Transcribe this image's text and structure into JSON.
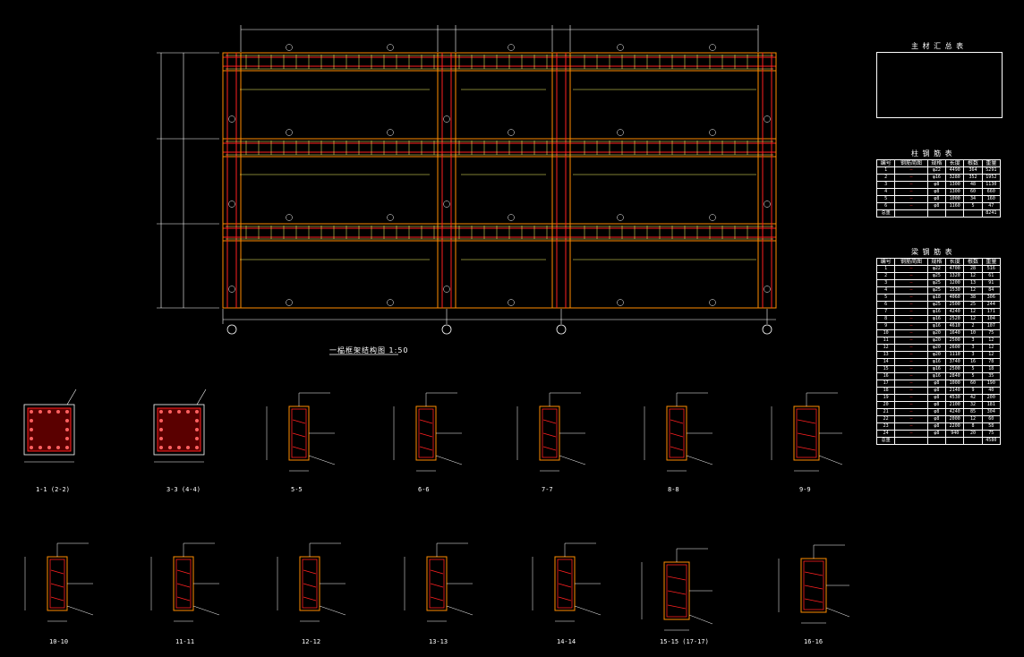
{
  "main_drawing_title": "一榀框架结构图 1:50",
  "sections": [
    {
      "label": "1-1 (2-2)"
    },
    {
      "label": "3-3 (4-4)"
    },
    {
      "label": "5-5"
    },
    {
      "label": "6-6"
    },
    {
      "label": "7-7"
    },
    {
      "label": "8-8"
    },
    {
      "label": "9-9"
    },
    {
      "label": "10-10"
    },
    {
      "label": "11-11"
    },
    {
      "label": "12-12"
    },
    {
      "label": "13-13"
    },
    {
      "label": "14-14"
    },
    {
      "label": "15-15 (17-17)"
    },
    {
      "label": "16-16"
    }
  ],
  "tables": {
    "summary": {
      "title": "主 材 汇 总 表"
    },
    "column_rebar": {
      "title": "柱 钢 筋 表",
      "headers": [
        "编号",
        "钢筋简图",
        "规格",
        "长度",
        "根数",
        "重量"
      ],
      "rows": [
        [
          "1",
          "",
          "φ22",
          "4490",
          "364",
          "5291"
        ],
        [
          "2",
          "",
          "φ16",
          "3280",
          "352",
          "1952"
        ],
        [
          "3",
          "",
          "φ8",
          "1300",
          "48",
          "1130"
        ],
        [
          "4",
          "",
          "φ8",
          "1300",
          "60",
          "660"
        ],
        [
          "5",
          "",
          "φ8",
          "1000",
          "34",
          "160"
        ],
        [
          "6",
          "",
          "φ8",
          "1160",
          "5",
          "47"
        ],
        [
          "总重",
          "",
          "",
          "",
          "",
          "8241"
        ]
      ]
    },
    "beam_rebar": {
      "title": "梁 钢 筋 表",
      "headers": [
        "编号",
        "钢筋简图",
        "规格",
        "长度",
        "根数",
        "重量"
      ],
      "rows": [
        [
          "1",
          "",
          "φ22",
          "4700",
          "28",
          "516"
        ],
        [
          "2",
          "",
          "φ25",
          "1320",
          "12",
          "61"
        ],
        [
          "3",
          "",
          "φ25",
          "1200",
          "13",
          "91"
        ],
        [
          "4",
          "",
          "φ25",
          "1530",
          "12",
          "84"
        ],
        [
          "5",
          "",
          "φ18",
          "4060",
          "38",
          "306"
        ],
        [
          "6",
          "",
          "φ25",
          "2500",
          "25",
          "244"
        ],
        [
          "7",
          "",
          "φ16",
          "4240",
          "12",
          "171"
        ],
        [
          "8",
          "",
          "φ16",
          "2520",
          "12",
          "104"
        ],
        [
          "9",
          "",
          "φ16",
          "4610",
          "2",
          "107"
        ],
        [
          "10",
          "",
          "φ20",
          "1640",
          "10",
          "75"
        ],
        [
          "11",
          "",
          "φ20",
          "2500",
          "3",
          "12"
        ],
        [
          "12",
          "",
          "φ20",
          "2600",
          "3",
          "12"
        ],
        [
          "13",
          "",
          "φ20",
          "1110",
          "3",
          "12"
        ],
        [
          "14",
          "",
          "φ16",
          "3740",
          "16",
          "78"
        ],
        [
          "15",
          "",
          "φ16",
          "2500",
          "5",
          "18"
        ],
        [
          "16",
          "",
          "φ16",
          "2840",
          "5",
          "35"
        ],
        [
          "17",
          "",
          "φ8",
          "1000",
          "60",
          "190"
        ],
        [
          "18",
          "",
          "φ8",
          "2140",
          "9",
          "40"
        ],
        [
          "19",
          "",
          "φ8",
          "4530",
          "42",
          "200"
        ],
        [
          "20",
          "",
          "φ8",
          "2100",
          "32",
          "181"
        ],
        [
          "21",
          "",
          "φ8",
          "4240",
          "85",
          "304"
        ],
        [
          "22",
          "",
          "φ8",
          "2000",
          "12",
          "60"
        ],
        [
          "23",
          "",
          "φ8",
          "2200",
          "8",
          "58"
        ],
        [
          "24",
          "",
          "φ8",
          "940",
          "20",
          "75"
        ],
        [
          "总重",
          "",
          "",
          "",
          "",
          "4580"
        ]
      ]
    }
  },
  "colors": {
    "beam": "#ff8c00",
    "beam_inner": "#ff2020",
    "dim": "#ffffff",
    "bar": "#ffff00",
    "label": "#00ffff"
  }
}
